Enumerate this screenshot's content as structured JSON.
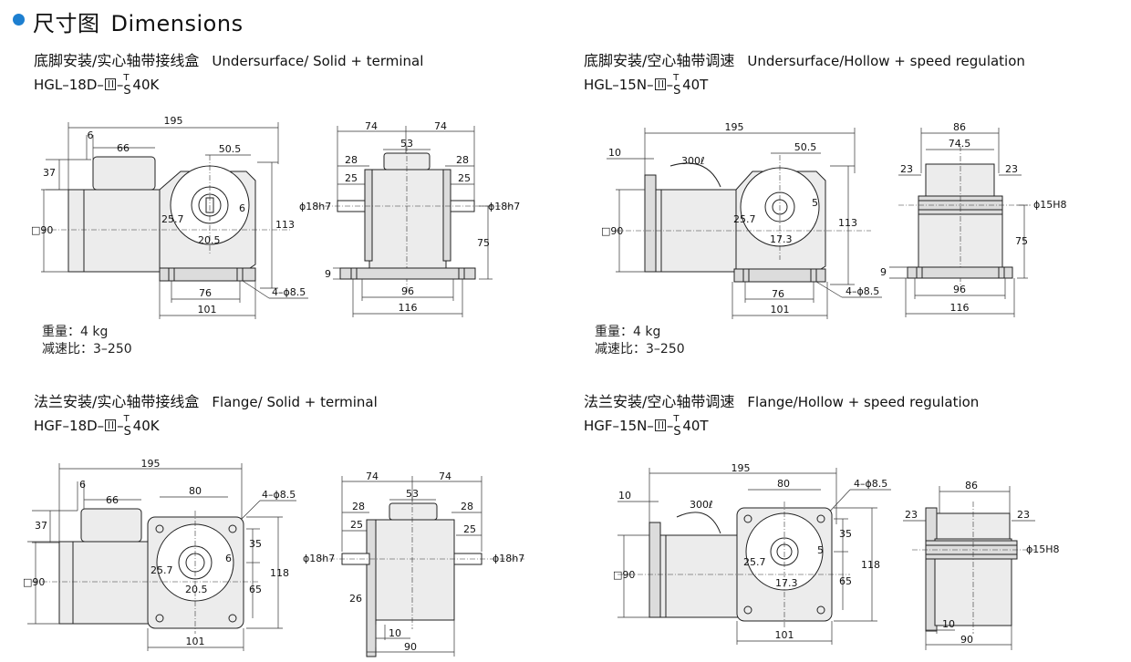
{
  "page": {
    "title_cn": "尺寸图",
    "title_en": "Dimensions",
    "accent_color": "#1d7fd0"
  },
  "sections": [
    {
      "id": "hgl-18d",
      "title_cn": "底脚安装/实心轴带接线盒",
      "title_en": "Undersurface/ Solid + terminal",
      "model_prefix": "HGL–18D–",
      "model_sep": "–",
      "model_t": "T",
      "model_s": "S",
      "model_suffix": "40K",
      "specs": [
        "重量：4 kg",
        "减速比：3–250"
      ],
      "dims_side": [
        "195",
        "6",
        "66",
        "50.5",
        "37",
        "□90",
        "113",
        "25.7",
        "6",
        "20.5",
        "76",
        "101",
        "4–ϕ8.5"
      ],
      "dims_front": [
        "74",
        "74",
        "53",
        "28",
        "28",
        "25",
        "25",
        "ϕ18h7",
        "ϕ18h7",
        "75",
        "9",
        "96",
        "116"
      ]
    },
    {
      "id": "hgl-15n",
      "title_cn": "底脚安装/空心轴带调速",
      "title_en": "Undersurface/Hollow + speed regulation",
      "model_prefix": "HGL–15N–",
      "model_sep": "–",
      "model_t": "T",
      "model_s": "S",
      "model_suffix": "40T",
      "specs": [
        "重量：4 kg",
        "减速比：3–250"
      ],
      "dims_side": [
        "195",
        "10",
        "300ℓ",
        "50.5",
        "□90",
        "113",
        "25.7",
        "5",
        "17.3",
        "76",
        "101",
        "4–ϕ8.5"
      ],
      "dims_front": [
        "86",
        "74.5",
        "23",
        "23",
        "ϕ15H8",
        "75",
        "9",
        "96",
        "116"
      ]
    },
    {
      "id": "hgf-18d",
      "title_cn": "法兰安装/实心轴带接线盒",
      "title_en": "Flange/ Solid + terminal",
      "model_prefix": "HGF–18D–",
      "model_sep": "–",
      "model_t": "T",
      "model_s": "S",
      "model_suffix": "40K",
      "dims_side": [
        "195",
        "6",
        "66",
        "80",
        "4–ϕ8.5",
        "37",
        "□90",
        "35",
        "118",
        "65",
        "25.7",
        "6",
        "20.5",
        "101"
      ],
      "dims_front": [
        "74",
        "74",
        "53",
        "28",
        "28",
        "25",
        "25",
        "ϕ18h7",
        "ϕ18h7",
        "26",
        "10",
        "90"
      ]
    },
    {
      "id": "hgf-15n",
      "title_cn": "法兰安装/空心轴带调速",
      "title_en": "Flange/Hollow + speed regulation",
      "model_prefix": "HGF–15N–",
      "model_sep": "–",
      "model_t": "T",
      "model_s": "S",
      "model_suffix": "40T",
      "dims_side": [
        "195",
        "10",
        "300ℓ",
        "80",
        "4–ϕ8.5",
        "□90",
        "35",
        "118",
        "65",
        "25.7",
        "5",
        "17.3",
        "101"
      ],
      "dims_front": [
        "86",
        "23",
        "23",
        "ϕ15H8",
        "10",
        "90"
      ]
    }
  ]
}
